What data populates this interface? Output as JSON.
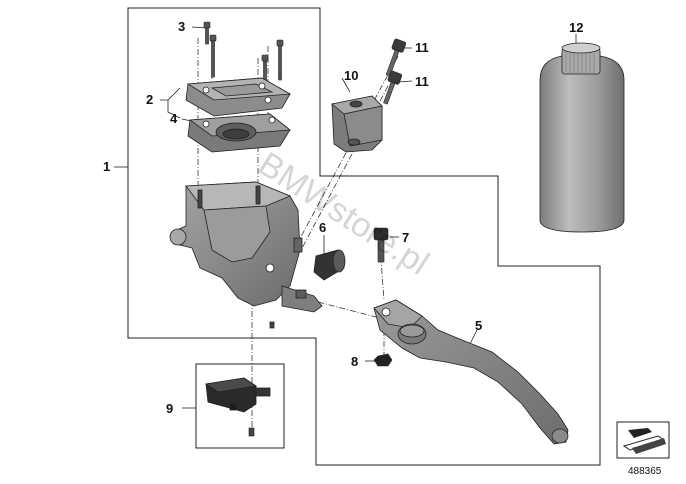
{
  "diagram": {
    "callouts": {
      "c1": "1",
      "c2": "2",
      "c3": "3",
      "c4": "4",
      "c5": "5",
      "c6": "6",
      "c7": "7",
      "c8": "8",
      "c9": "9",
      "c10": "10",
      "c11a": "11",
      "c11b": "11",
      "c12": "12"
    },
    "watermark": "BMWstore.pl",
    "drawing_number": "488365"
  },
  "colors": {
    "line": "#222222",
    "part_dark": "#6f6f6f",
    "part_mid": "#8e8e8e",
    "part_light": "#b9b9b9",
    "bottle": "#9c9c9c"
  }
}
